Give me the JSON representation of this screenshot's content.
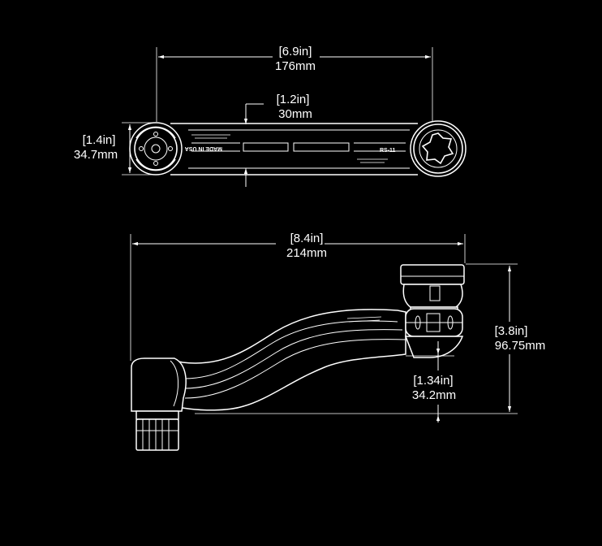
{
  "colors": {
    "background": "#000000",
    "line": "#ffffff"
  },
  "top_view": {
    "overall_length": {
      "inch": "[6.9in]",
      "mm": "176mm"
    },
    "arm_width": {
      "inch": "[1.2in]",
      "mm": "30mm"
    },
    "head_diameter": {
      "inch": "[1.4in]",
      "mm": "34.7mm"
    },
    "markings": {
      "model": "RS-11",
      "made_in": "MADE IN USA"
    }
  },
  "side_view": {
    "overall_length": {
      "inch": "[8.4in]",
      "mm": "214mm"
    },
    "overall_height": {
      "inch": "[3.8in]",
      "mm": "96.75mm"
    },
    "base_height": {
      "inch": "[1.34in]",
      "mm": "34.2mm"
    }
  }
}
